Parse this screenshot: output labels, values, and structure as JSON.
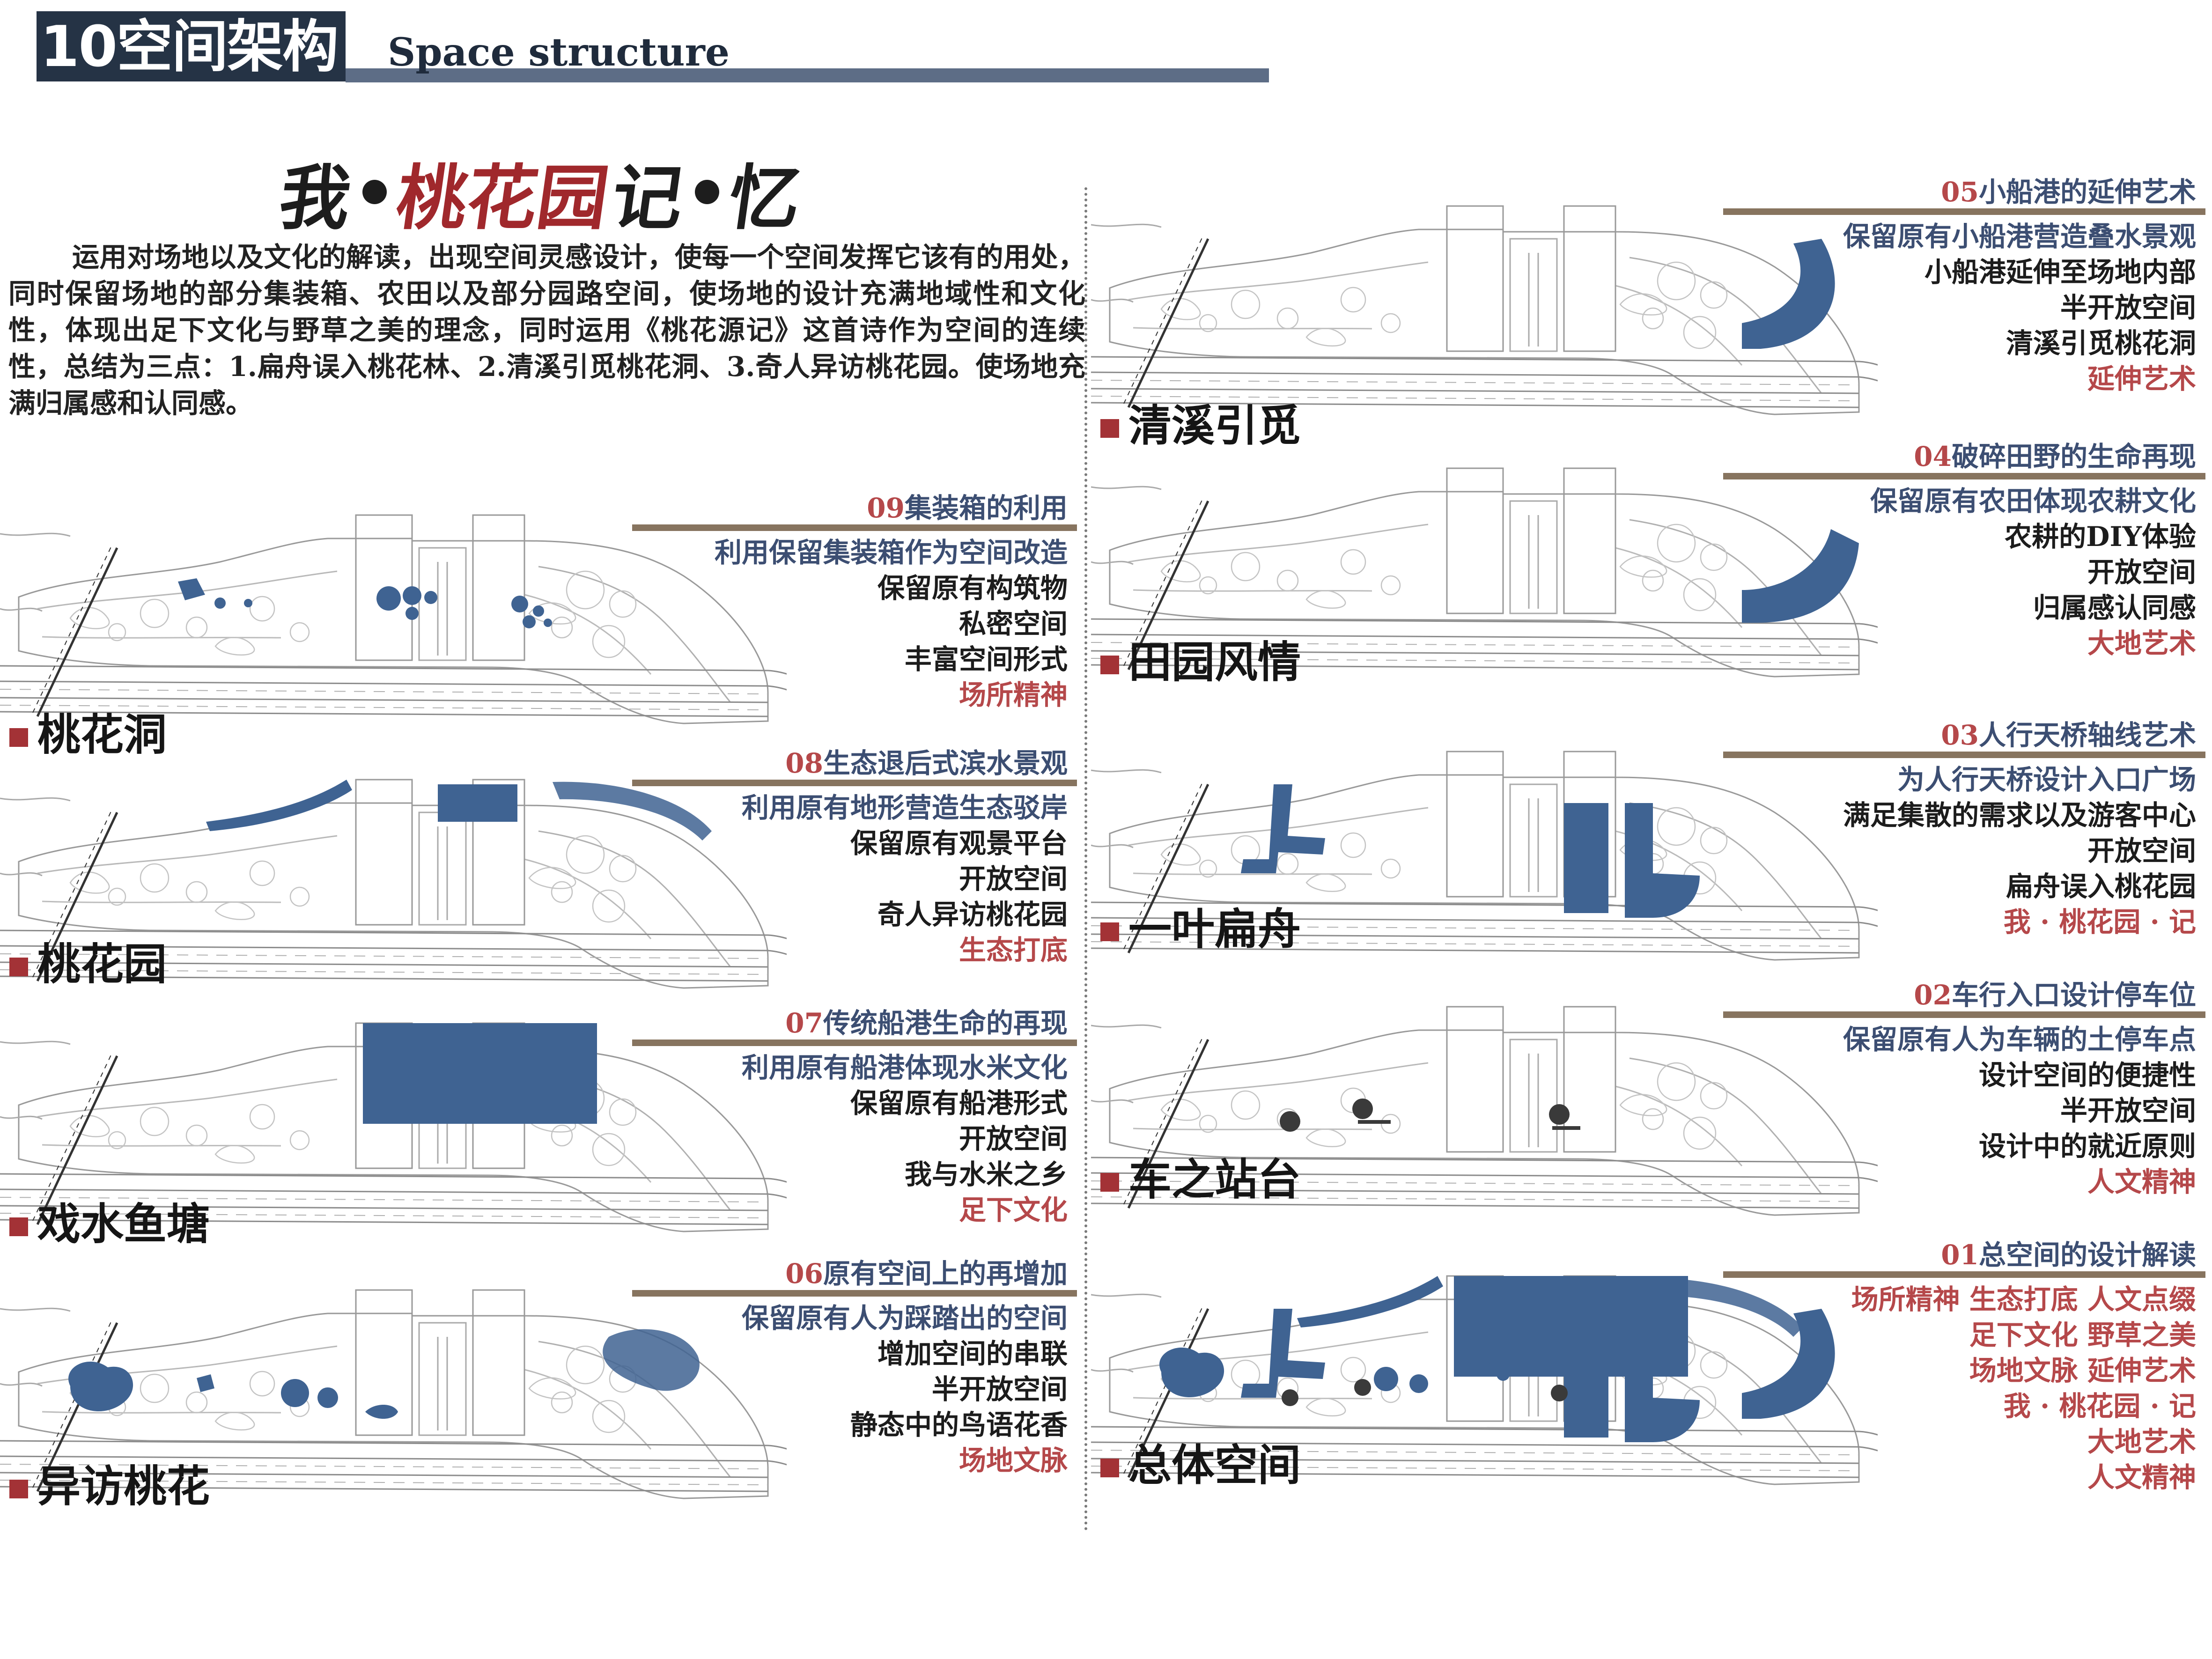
{
  "header": {
    "title": "10空间架构",
    "subtitle": "Space structure"
  },
  "brush_title": {
    "part1": "我",
    "part2": "桃花园",
    "part3": "记",
    "part4": "忆"
  },
  "intro": "运用对场地以及文化的解读，出现空间灵感设计，使每一个空间发挥它该有的用处，同时保留场地的部分集装箱、农田以及部分园路空间，使场地的设计充满地域性和文化性，体现出足下文化与野草之美的理念，同时运用《桃花源记》这首诗作为空间的连续性，总结为三点：1.扁舟误入桃花林、2.清溪引觅桃花洞、3.奇人异访桃花园。使场地充满归属感和认同感。",
  "colors": {
    "header_bg": "#253345",
    "accent_red": "#b5484a",
    "heading_blue": "#3c4e72",
    "bar_brown": "#87745f",
    "highlight_blue": "#3f6392"
  },
  "panels": [
    {
      "id": "09",
      "num": "09",
      "title": "集装箱的利用",
      "label": "桃花洞",
      "items": [
        {
          "text": "利用保留集装箱作为空间改造",
          "tone": "blue"
        },
        {
          "text": "保留原有构筑物",
          "tone": "dark"
        },
        {
          "text": "私密空间",
          "tone": "dark"
        },
        {
          "text": "丰富空间形式",
          "tone": "dark"
        },
        {
          "text": "场所精神",
          "tone": "red"
        }
      ]
    },
    {
      "id": "08",
      "num": "08",
      "title": "生态退后式滨水景观",
      "label": "桃花园",
      "items": [
        {
          "text": "利用原有地形营造生态驳岸",
          "tone": "blue"
        },
        {
          "text": "保留原有观景平台",
          "tone": "dark"
        },
        {
          "text": "开放空间",
          "tone": "dark"
        },
        {
          "text": "奇人异访桃花园",
          "tone": "dark"
        },
        {
          "text": "生态打底",
          "tone": "red"
        }
      ]
    },
    {
      "id": "07",
      "num": "07",
      "title": "传统船港生命的再现",
      "label": "戏水鱼塘",
      "items": [
        {
          "text": "利用原有船港体现水米文化",
          "tone": "blue"
        },
        {
          "text": "保留原有船港形式",
          "tone": "dark"
        },
        {
          "text": "开放空间",
          "tone": "dark"
        },
        {
          "text": "我与水米之乡",
          "tone": "dark"
        },
        {
          "text": "足下文化",
          "tone": "red"
        }
      ]
    },
    {
      "id": "06",
      "num": "06",
      "title": "原有空间上的再增加",
      "label": "异访桃花",
      "items": [
        {
          "text": "保留原有人为踩踏出的空间",
          "tone": "blue"
        },
        {
          "text": "增加空间的串联",
          "tone": "dark"
        },
        {
          "text": "半开放空间",
          "tone": "dark"
        },
        {
          "text": "静态中的鸟语花香",
          "tone": "dark"
        },
        {
          "text": "场地文脉",
          "tone": "red"
        }
      ]
    },
    {
      "id": "05",
      "num": "05",
      "title": "小船港的延伸艺术",
      "label": "清溪引觅",
      "items": [
        {
          "text": "保留原有小船港营造叠水景观",
          "tone": "blue"
        },
        {
          "text": "小船港延伸至场地内部",
          "tone": "dark"
        },
        {
          "text": "半开放空间",
          "tone": "dark"
        },
        {
          "text": "清溪引觅桃花洞",
          "tone": "dark"
        },
        {
          "text": "延伸艺术",
          "tone": "red"
        }
      ]
    },
    {
      "id": "04",
      "num": "04",
      "title": "破碎田野的生命再现",
      "label": "田园风情",
      "items": [
        {
          "text": "保留原有农田体现农耕文化",
          "tone": "blue"
        },
        {
          "text": "农耕的DIY体验",
          "tone": "dark"
        },
        {
          "text": "开放空间",
          "tone": "dark"
        },
        {
          "text": "归属感认同感",
          "tone": "dark"
        },
        {
          "text": "大地艺术",
          "tone": "red"
        }
      ]
    },
    {
      "id": "03",
      "num": "03",
      "title": "人行天桥轴线艺术",
      "label": "一叶扁舟",
      "items": [
        {
          "text": "为人行天桥设计入口广场",
          "tone": "blue"
        },
        {
          "text": "满足集散的需求以及游客中心",
          "tone": "dark"
        },
        {
          "text": "开放空间",
          "tone": "dark"
        },
        {
          "text": "扁舟误入桃花园",
          "tone": "dark"
        },
        {
          "text": "我 · 桃花园 · 记",
          "tone": "red"
        }
      ]
    },
    {
      "id": "02",
      "num": "02",
      "title": "车行入口设计停车位",
      "label": "车之站台",
      "items": [
        {
          "text": "保留原有人为车辆的土停车点",
          "tone": "blue"
        },
        {
          "text": "设计空间的便捷性",
          "tone": "dark"
        },
        {
          "text": "半开放空间",
          "tone": "dark"
        },
        {
          "text": "设计中的就近原则",
          "tone": "dark"
        },
        {
          "text": "人文精神",
          "tone": "red"
        }
      ]
    },
    {
      "id": "01",
      "num": "01",
      "title": "总空间的设计解读",
      "label": "总体空间",
      "items": [
        {
          "text": "场所精神  生态打底  人文点缀",
          "tone": "red"
        },
        {
          "text": "足下文化  野草之美",
          "tone": "red"
        },
        {
          "text": "场地文脉  延伸艺术",
          "tone": "red"
        },
        {
          "text": "我 · 桃花园 · 记",
          "tone": "red"
        },
        {
          "text": "大地艺术",
          "tone": "red"
        },
        {
          "text": "人文精神",
          "tone": "red"
        }
      ]
    }
  ]
}
